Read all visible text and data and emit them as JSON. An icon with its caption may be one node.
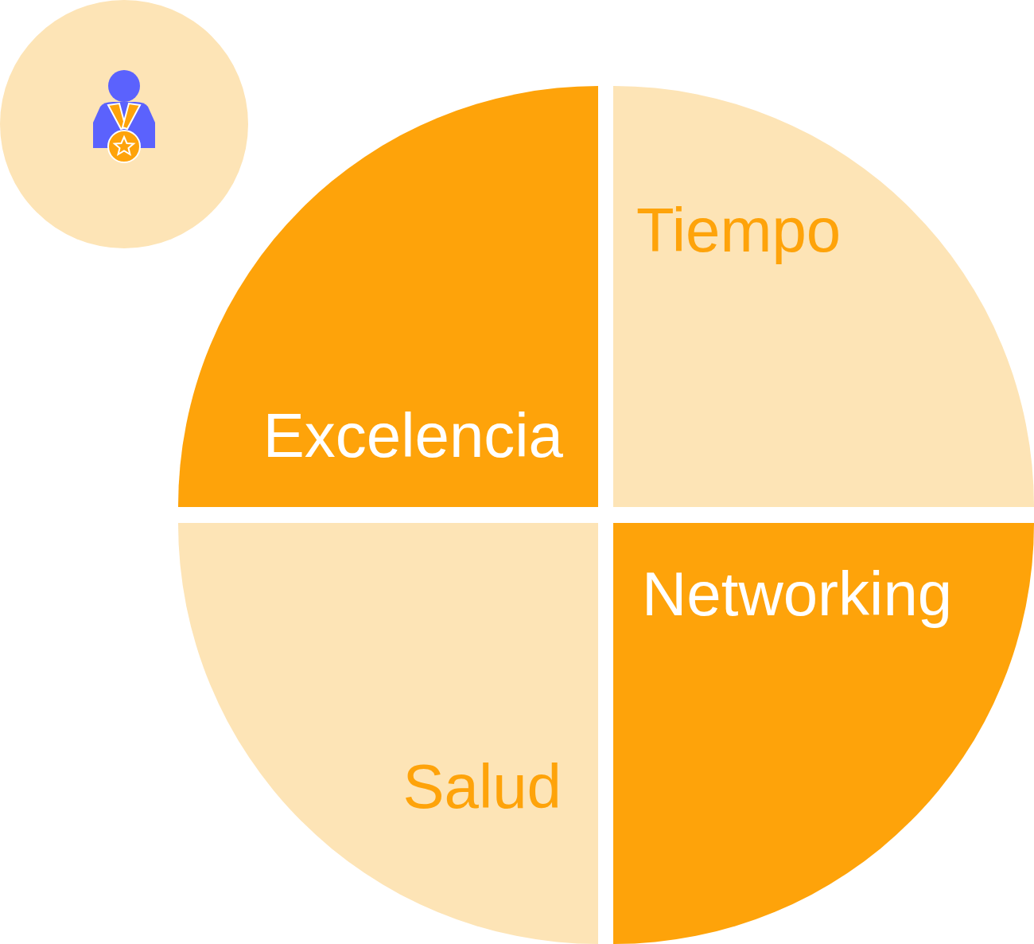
{
  "diagram": {
    "nodes": [
      {
        "text": [],
        "shape": "circle"
      },
      {
        "text": [
          "Excelencia"
        ]
      },
      {
        "text": [
          "Tiempo"
        ]
      },
      {
        "text": [
          "Salud"
        ]
      },
      {
        "text": [
          "Networking"
        ]
      }
    ]
  }
}
